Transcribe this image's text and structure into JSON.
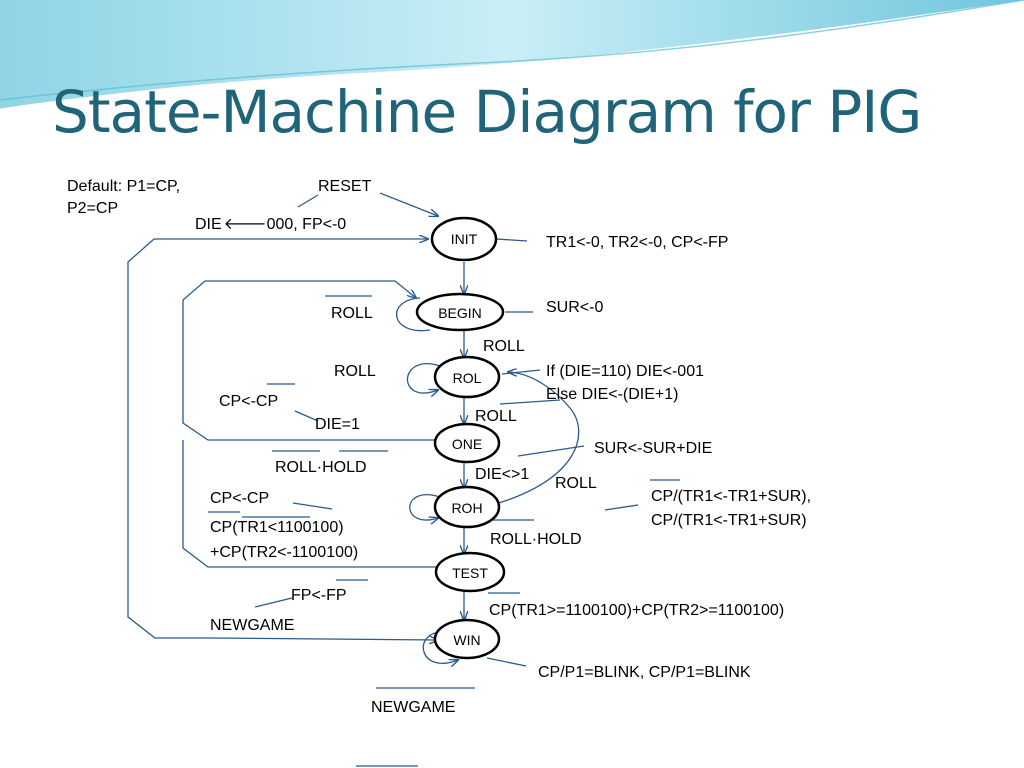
{
  "slide": {
    "title": "State-Machine Diagram for PIG"
  },
  "states": {
    "init": "INIT",
    "begin": "BEGIN",
    "rol": "ROL",
    "one": "ONE",
    "roh": "ROH",
    "test": "TEST",
    "win": "WIN"
  },
  "labels": {
    "default_1": "Default: P1=CP,",
    "default_2": "P2=CP",
    "reset": "RESET",
    "die_reset_pre": "DIE",
    "die_reset_post": "000, FP<-0",
    "init_action": "TR1<-0, TR2<-0, CP<-FP",
    "roll_begin_self": "ROLL",
    "begin_action": "SUR<-0",
    "roll_begin_rol": "ROLL",
    "roll_rol_self": "ROLL",
    "rol_action_1": "If (DIE=110) DIE<-001",
    "rol_action_2": "Else DIE<-(DIE+1)",
    "cp_swap_one": "CP<-CP",
    "roll_rol_one": "ROLL",
    "die_eq_1": "DIE=1",
    "one_action": "SUR<-SUR+DIE",
    "roll_hold": "ROLL·HOLD",
    "die_ne_1": "DIE<>1",
    "roll_roh": "ROLL",
    "cp_swap_roh": "CP<-CP",
    "roh_action_1": "CP/(TR1<-TR1+SUR),",
    "roh_action_2": "CP/(TR1<-TR1+SUR)",
    "test_cond_1": "CP(TR1<1100100)",
    "test_cond_2": "+CP(TR2<-1100100)",
    "roll_hold_test": "ROLL·HOLD",
    "fp_swap": "FP<-FP",
    "newgame_1": "NEWGAME",
    "win_cond": "CP(TR1>=1100100)+CP(TR2>=1100100)",
    "win_action": "CP/P1=BLINK, CP/P1=BLINK",
    "newgame_2": "NEWGAME"
  }
}
